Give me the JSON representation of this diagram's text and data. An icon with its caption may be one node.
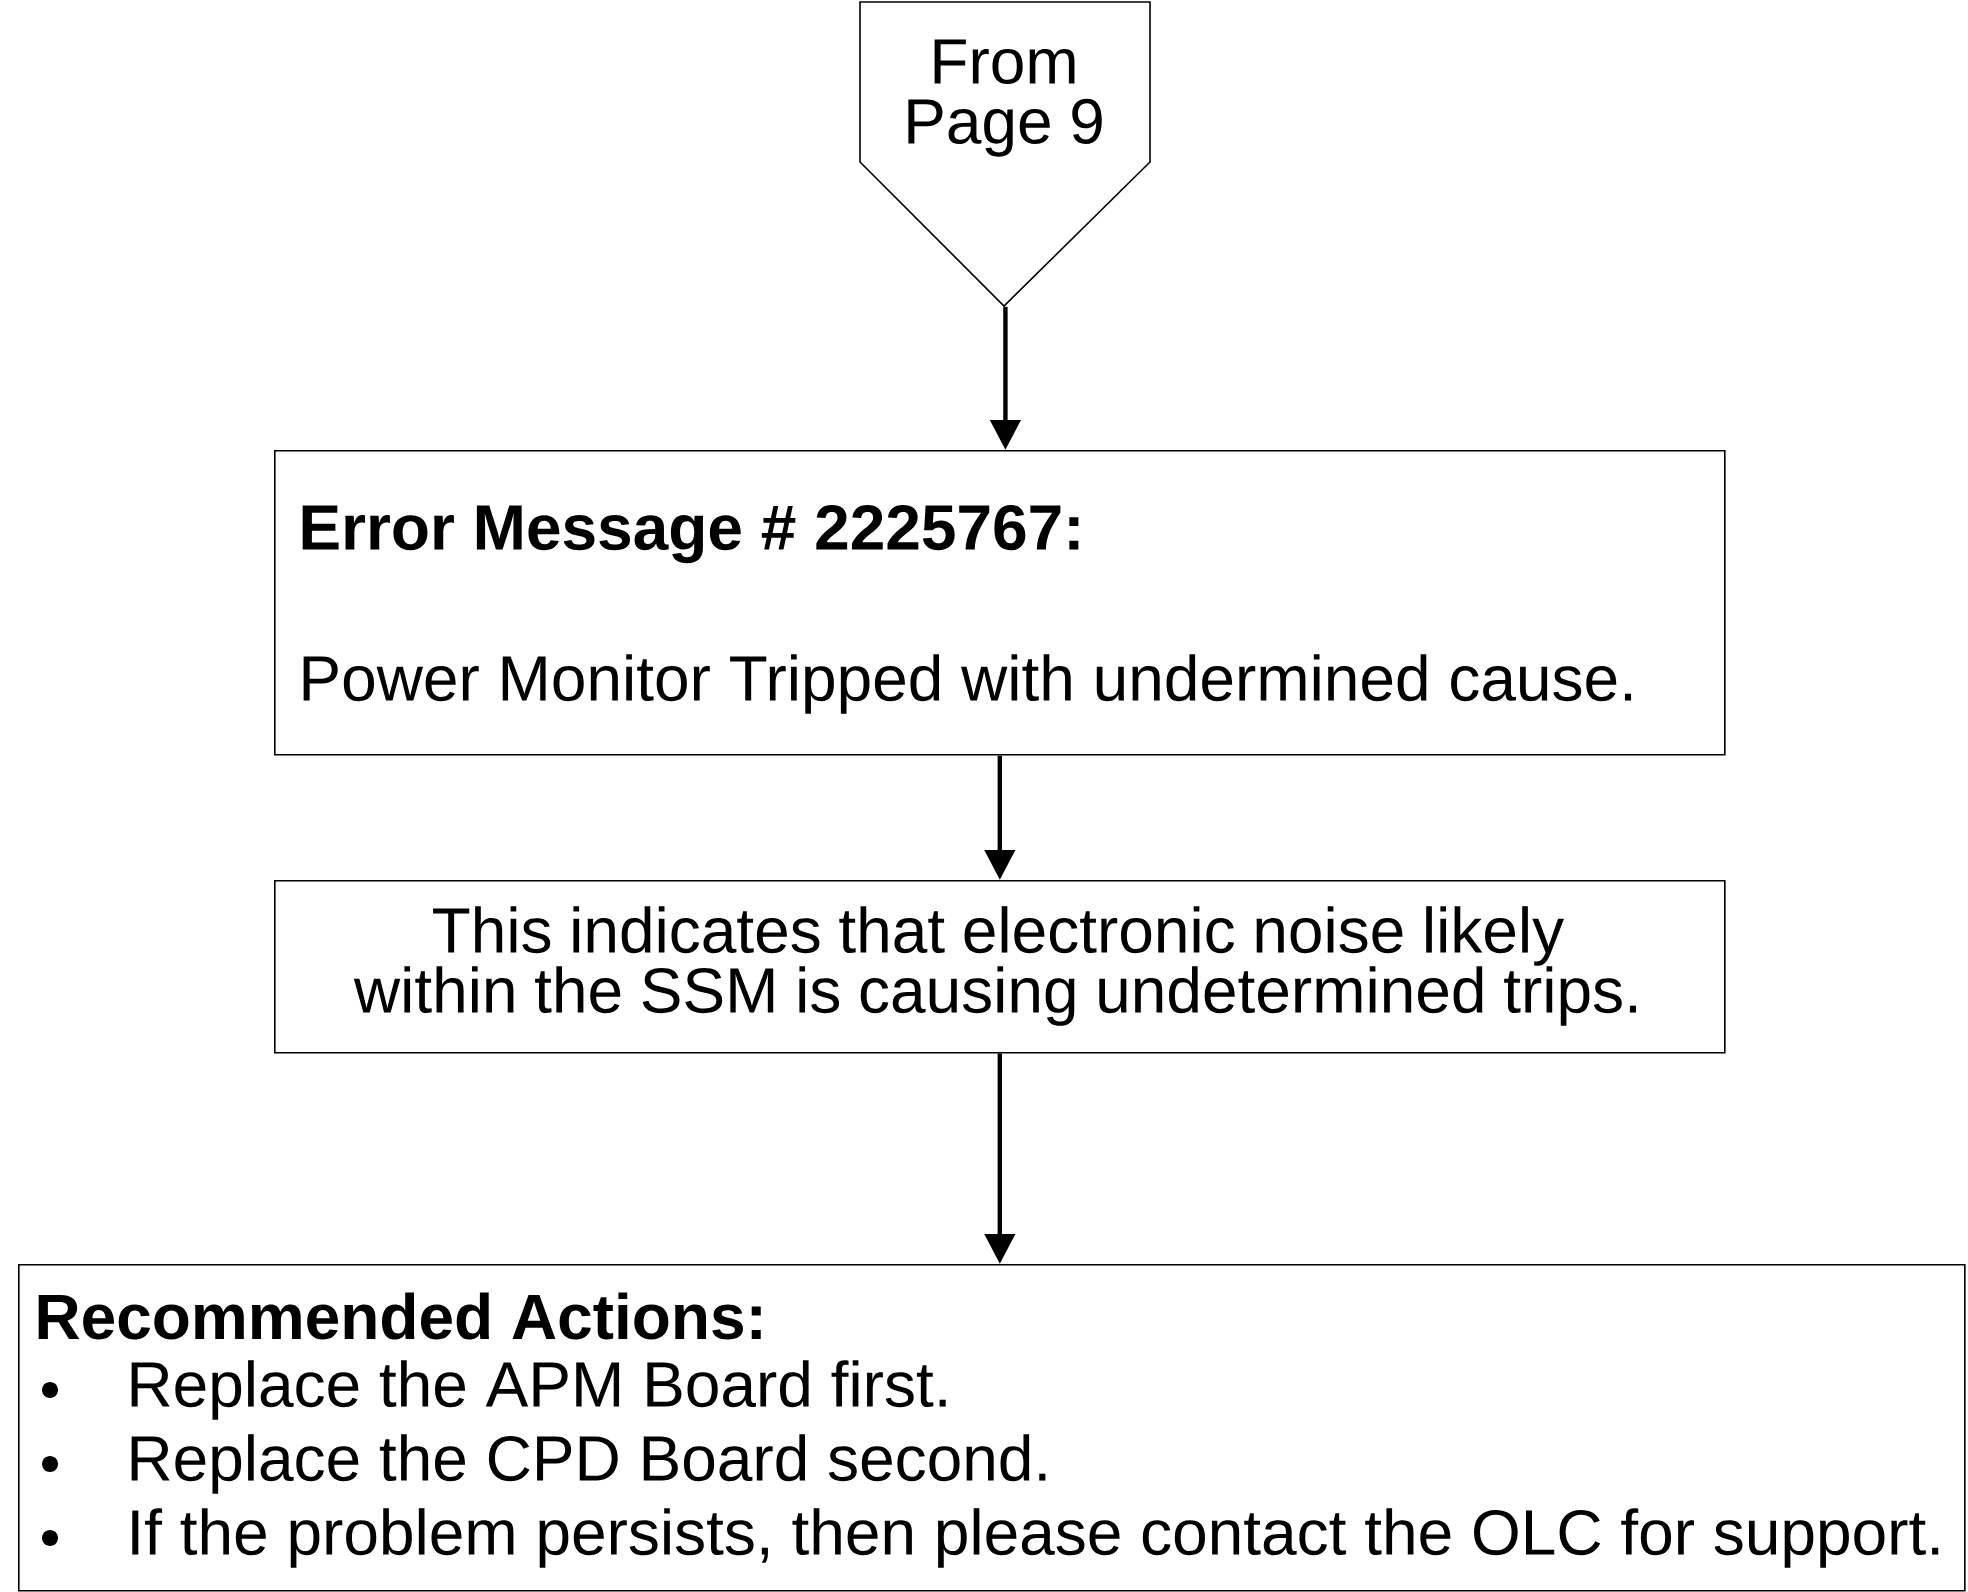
{
  "diagram": {
    "nodes": [
      {
        "text": [
          "From Page 9"
        ]
      },
      {
        "text": [
          "Error Message # 2225767:",
          "Power Monitor Tripped with undermined cause."
        ]
      },
      {
        "text": [
          "This indicates that electronic noise likely within the SSM is causing undetermined trips."
        ]
      },
      {
        "text": [
          "Recommended Actions:",
          "Replace the APM Board first.",
          "Replace the CPD Board second.",
          "If the problem persists, then please contact the OLC for support."
        ]
      }
    ],
    "edges": [
      {
        "from": 0,
        "to": 1,
        "arrow": "to"
      },
      {
        "from": 1,
        "to": 2,
        "arrow": "to"
      },
      {
        "from": 2,
        "to": 3,
        "arrow": "to"
      }
    ]
  }
}
